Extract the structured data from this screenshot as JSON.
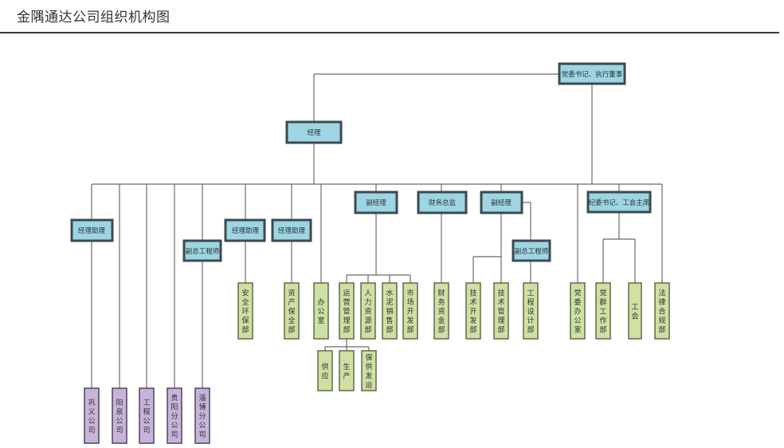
{
  "header": {
    "title": "金隅通达公司组织机构图"
  },
  "colors": {
    "management": "#9dd5e3",
    "department": "#cfe0a2",
    "subsidiary": "#c8b4d9"
  },
  "nodes": {
    "chairman": "党委书记、执行董事",
    "manager": "经理",
    "asst1": "经理助理",
    "chief_eng1": "副总工程师",
    "asst2": "经理助理",
    "asst3": "经理助理",
    "vp1": "副经理",
    "cfo": "财务总监",
    "vp2": "副经理",
    "chief_eng2": "副总工程师",
    "discipline": "纪委书记、工会主席"
  },
  "departments": {
    "safety": "安全环保部",
    "assets": "资产保全部",
    "office": "办公室",
    "operations": "运营管理部",
    "hr": "人力资源部",
    "cement_sales": "水泥销售部",
    "market": "市场开发部",
    "finance": "财务资金部",
    "tech_dev": "技术开发部",
    "tech_mgmt": "技术管理部",
    "engineering": "工程设计部",
    "party_office": "党委办公室",
    "party_work": "党群工作部",
    "union": "工会",
    "legal": "法律合规部",
    "supply": "供应",
    "production": "生产",
    "supply_delivery": "保供发运"
  },
  "subsidiaries": {
    "gongyi": "巩义公司",
    "yangquan": "阳泉公司",
    "engineering_co": "工程公司",
    "guiyang": "贵阳分公司",
    "zibo": "淄博分公司"
  }
}
